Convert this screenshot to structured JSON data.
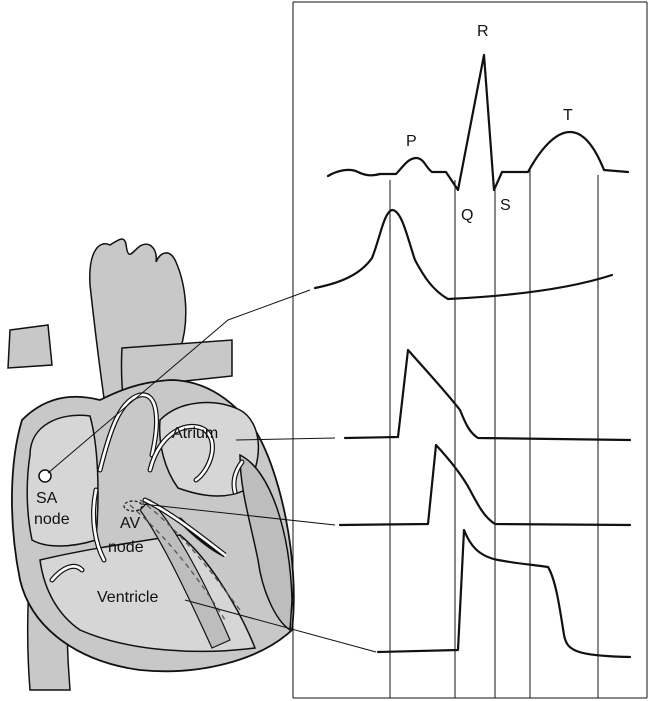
{
  "figure": {
    "ecg_labels": {
      "p": "P",
      "q": "Q",
      "r": "R",
      "s": "S",
      "t": "T"
    },
    "heart_labels": {
      "atrium": "Atrium",
      "sa_node_line1": "SA",
      "sa_node_line2": "node",
      "av_node_line1": "AV",
      "av_node_line2": "node",
      "ventricle": "Ventricle"
    }
  },
  "colors": {
    "tissue_fill": "#c8c8c8",
    "chamber_fill": "#d6d6d6",
    "line": "#111111",
    "background": "#ffffff"
  }
}
